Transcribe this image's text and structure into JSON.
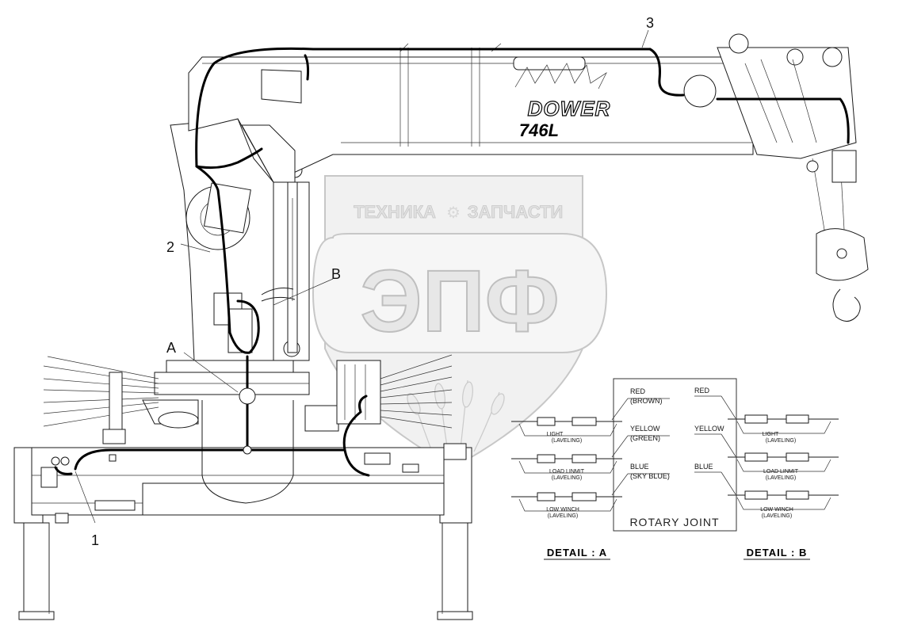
{
  "drawing": {
    "model_badge": "746L",
    "brand_badge": "DOWER",
    "watermark": {
      "top_text_left": "ТЕХНИКА",
      "top_text_right": "ЗАПЧАСТИ",
      "monogram": "ЭПФ"
    },
    "callouts": {
      "item_1": "1",
      "item_2": "2",
      "item_3": "3",
      "point_a": "A",
      "point_b": "B"
    },
    "detail_a": {
      "title": "DETAIL : A",
      "wires": [
        {
          "color_label": "RED",
          "alt_label": "(BROWN)",
          "caption_1": "LIGHT",
          "caption_2": "(LAVELING)"
        },
        {
          "color_label": "YELLOW",
          "alt_label": "(GREEN)",
          "caption_1": "LOAD LINMIT",
          "caption_2": "(LAVELING)"
        },
        {
          "color_label": "BLUE",
          "alt_label": "(SKY BLUE)",
          "caption_1": "LOW WINCH",
          "caption_2": "(LAVELING)"
        }
      ]
    },
    "detail_b": {
      "title": "DETAIL : B",
      "wires": [
        {
          "color_label": "RED",
          "caption_1": "LIGHT",
          "caption_2": "(LAVELING)"
        },
        {
          "color_label": "YELLOW",
          "caption_1": "LOAD LINMIT",
          "caption_2": "(LAVELING)"
        },
        {
          "color_label": "BLUE",
          "caption_1": "LOW WINCH",
          "caption_2": "(LAVELING)"
        }
      ]
    },
    "rotary_joint_label": "ROTARY JOINT",
    "colors": {
      "line": "#1a1a1a",
      "cable": "#000000",
      "watermark_fill": "#d9d9d9",
      "watermark_stroke": "#b0b0b0"
    }
  }
}
